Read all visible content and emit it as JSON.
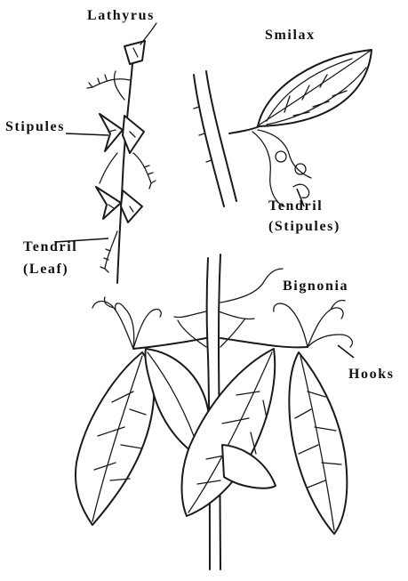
{
  "labels": {
    "lathyrus": "Lathyrus",
    "smilax": "Smilax",
    "stipules": "Stipules",
    "tendril_stipules_line1": "Tendril",
    "tendril_stipules_line2": "(Stipules)",
    "tendril_leaf_line1": "Tendril",
    "tendril_leaf_line2": "(Leaf)",
    "bignonia": "Bignonia",
    "hooks": "Hooks"
  }
}
